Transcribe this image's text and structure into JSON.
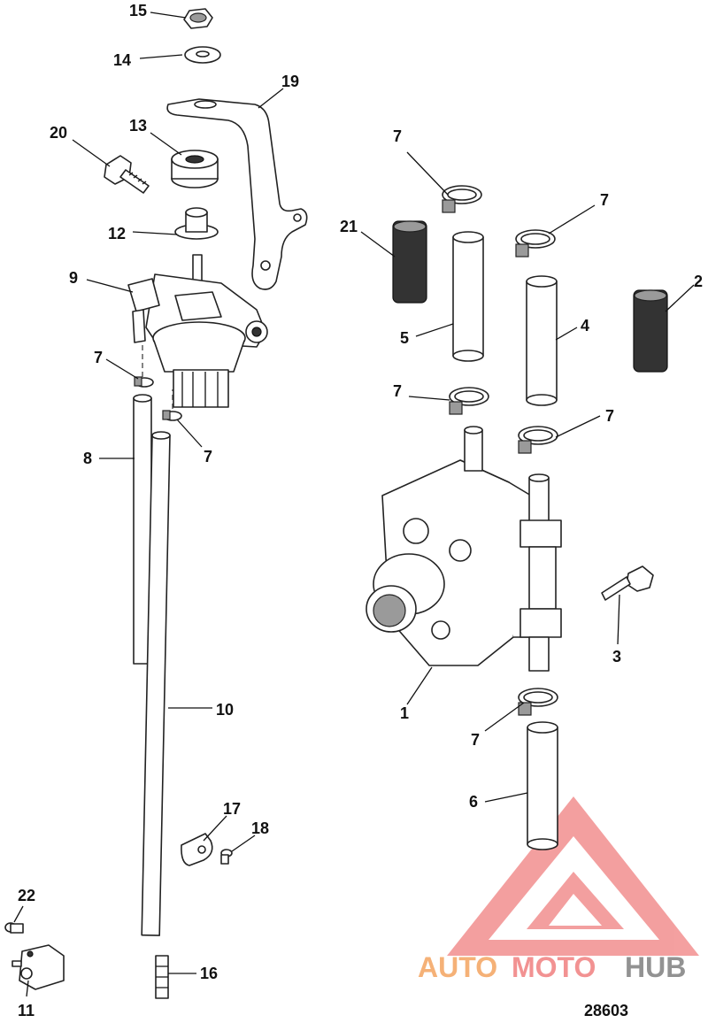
{
  "callouts": [
    {
      "id": "15",
      "text": "15"
    },
    {
      "id": "14",
      "text": "14"
    },
    {
      "id": "19",
      "text": "19"
    },
    {
      "id": "20",
      "text": "20"
    },
    {
      "id": "13",
      "text": "13"
    },
    {
      "id": "12",
      "text": "12"
    },
    {
      "id": "9",
      "text": "9"
    },
    {
      "id": "7a",
      "text": "7"
    },
    {
      "id": "7b",
      "text": "7"
    },
    {
      "id": "8",
      "text": "8"
    },
    {
      "id": "10",
      "text": "10"
    },
    {
      "id": "17",
      "text": "17"
    },
    {
      "id": "18",
      "text": "18"
    },
    {
      "id": "22",
      "text": "22"
    },
    {
      "id": "11",
      "text": "11"
    },
    {
      "id": "16",
      "text": "16"
    },
    {
      "id": "7c",
      "text": "7"
    },
    {
      "id": "7d",
      "text": "7"
    },
    {
      "id": "21",
      "text": "21"
    },
    {
      "id": "2",
      "text": "2"
    },
    {
      "id": "5",
      "text": "5"
    },
    {
      "id": "4",
      "text": "4"
    },
    {
      "id": "7e",
      "text": "7"
    },
    {
      "id": "7f",
      "text": "7"
    },
    {
      "id": "3",
      "text": "3"
    },
    {
      "id": "1",
      "text": "1"
    },
    {
      "id": "7g",
      "text": "7"
    },
    {
      "id": "6",
      "text": "6"
    }
  ],
  "figure_number": "28603",
  "watermark": {
    "part1": "AUTO",
    "part2": "MOTO",
    "part3": "HUB",
    "color1": "#f4a460",
    "color2": "#f08080",
    "color3": "#808080"
  },
  "colors": {
    "line": "#222222",
    "shade": "#9a9a9a",
    "watermark_triangle": "#f08080"
  }
}
